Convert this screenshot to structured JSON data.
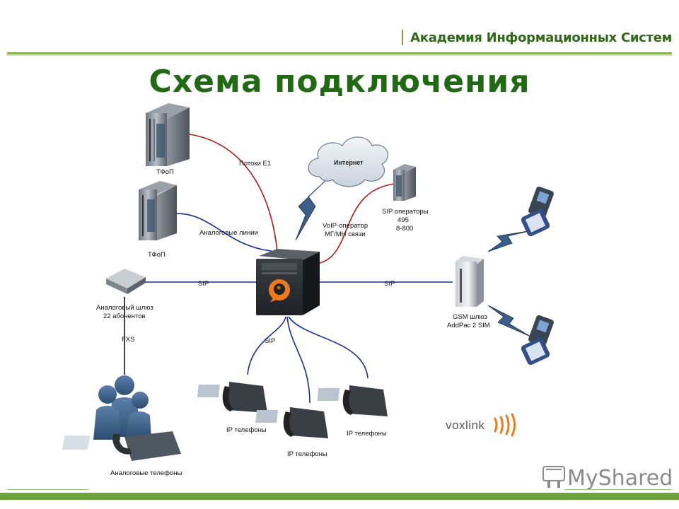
{
  "header": {
    "brand": "Академия Информационных Систем"
  },
  "title": "Схема подключения",
  "labels": {
    "tfop_top": "ТФоП",
    "tfop_bottom": "ТФоП",
    "e1_link": "Потоки Е1",
    "analog_lines": "Аналоговые линии",
    "internet": "Интернет",
    "voip_operator_1": "VoIP-оператор",
    "voip_operator_2": "МГ/МН связи",
    "sip_operators_1": "SIP операторы",
    "sip_operators_2": "495",
    "sip_operators_3": "8-800",
    "sip_left": "SIP",
    "sip_right": "SIP",
    "sip_down": "SIP",
    "analog_gateway_1": "Аналоговый шлюз",
    "analog_gateway_2": "22 абонентов",
    "fxs": "FXS",
    "gsm_gateway_1": "GSM шлюз",
    "gsm_gateway_2": "AddPac 2 SIM",
    "ip_phones_left": "IP телефоны",
    "ip_phones_middle": "IP телефоны",
    "ip_phones_right": "IP телефоны",
    "analog_phones": "Аналоговые телефоны"
  },
  "logos": {
    "voxlink": "voxlink",
    "watermark": "MyShared"
  },
  "colors": {
    "brand_green": "#1f6a12",
    "bar_green": "#6aa33a",
    "red_link": "#b01a1a",
    "blue_link": "#1a2aa0"
  }
}
